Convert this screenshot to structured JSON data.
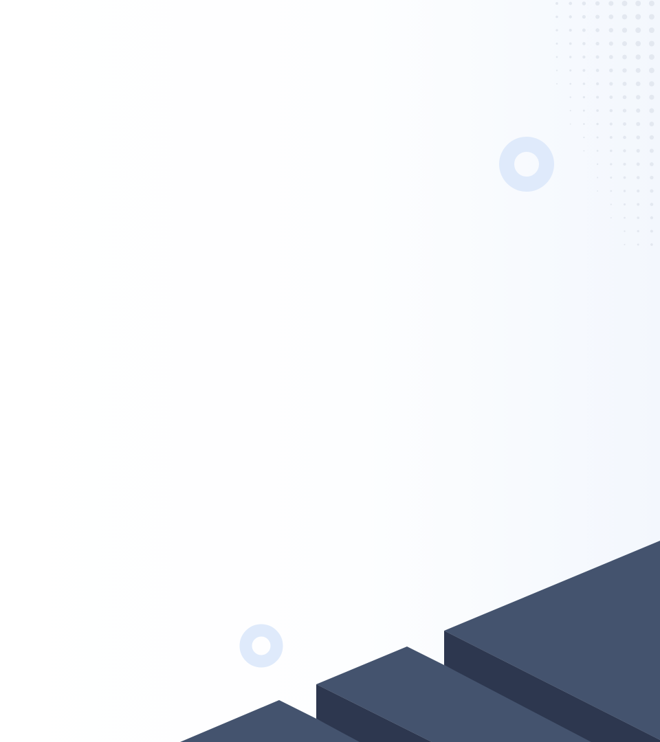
{
  "colors": {
    "step_top": "#44536e",
    "step_side": "#2d374f",
    "ring": "#dfeafb",
    "dot": "#e3e8f0"
  },
  "icons": [
    "decorative-ring",
    "dot-grid",
    "isometric-steps"
  ]
}
